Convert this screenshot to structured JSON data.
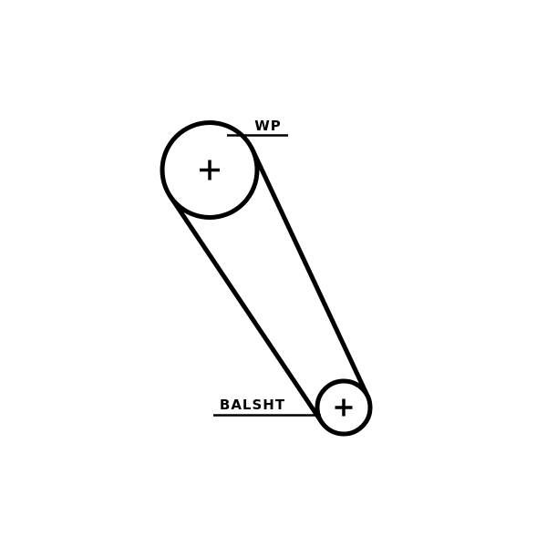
{
  "page": {
    "background_color": "#ffffff",
    "stroke_color": "#000000"
  },
  "diagram": {
    "type": "belt-routing",
    "pulleys": [
      {
        "id": "wp",
        "label": "WP"
      },
      {
        "id": "balsht",
        "label": "BALSHT"
      }
    ]
  }
}
